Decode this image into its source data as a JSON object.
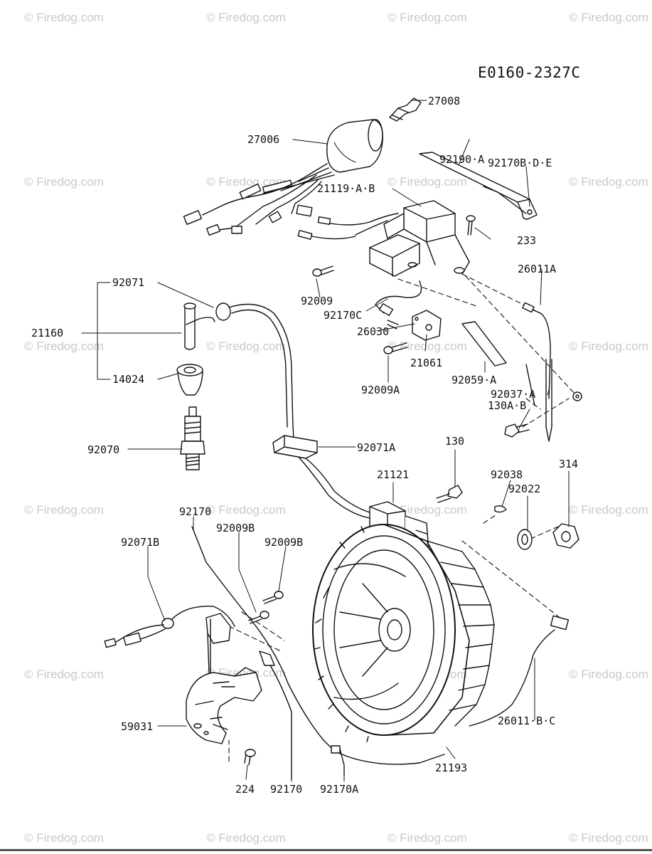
{
  "diagram_code": "E0160-2327C",
  "watermark_text": "© Firedog.com",
  "callouts": [
    "27008",
    "27006",
    "92190·A",
    "92170B·D·E",
    "21119·A·B",
    "233",
    "92071",
    "21160",
    "14024",
    "92070",
    "92009",
    "92170C",
    "26030",
    "21061",
    "92009A",
    "92059·A",
    "26011A",
    "92037·A",
    "130A·B",
    "92071A",
    "130",
    "21121",
    "92038",
    "92022",
    "314",
    "92170",
    "92009B",
    "92009B",
    "92071B",
    "59031",
    "224",
    "92170",
    "92170A",
    "21193",
    "26011·B·C"
  ]
}
